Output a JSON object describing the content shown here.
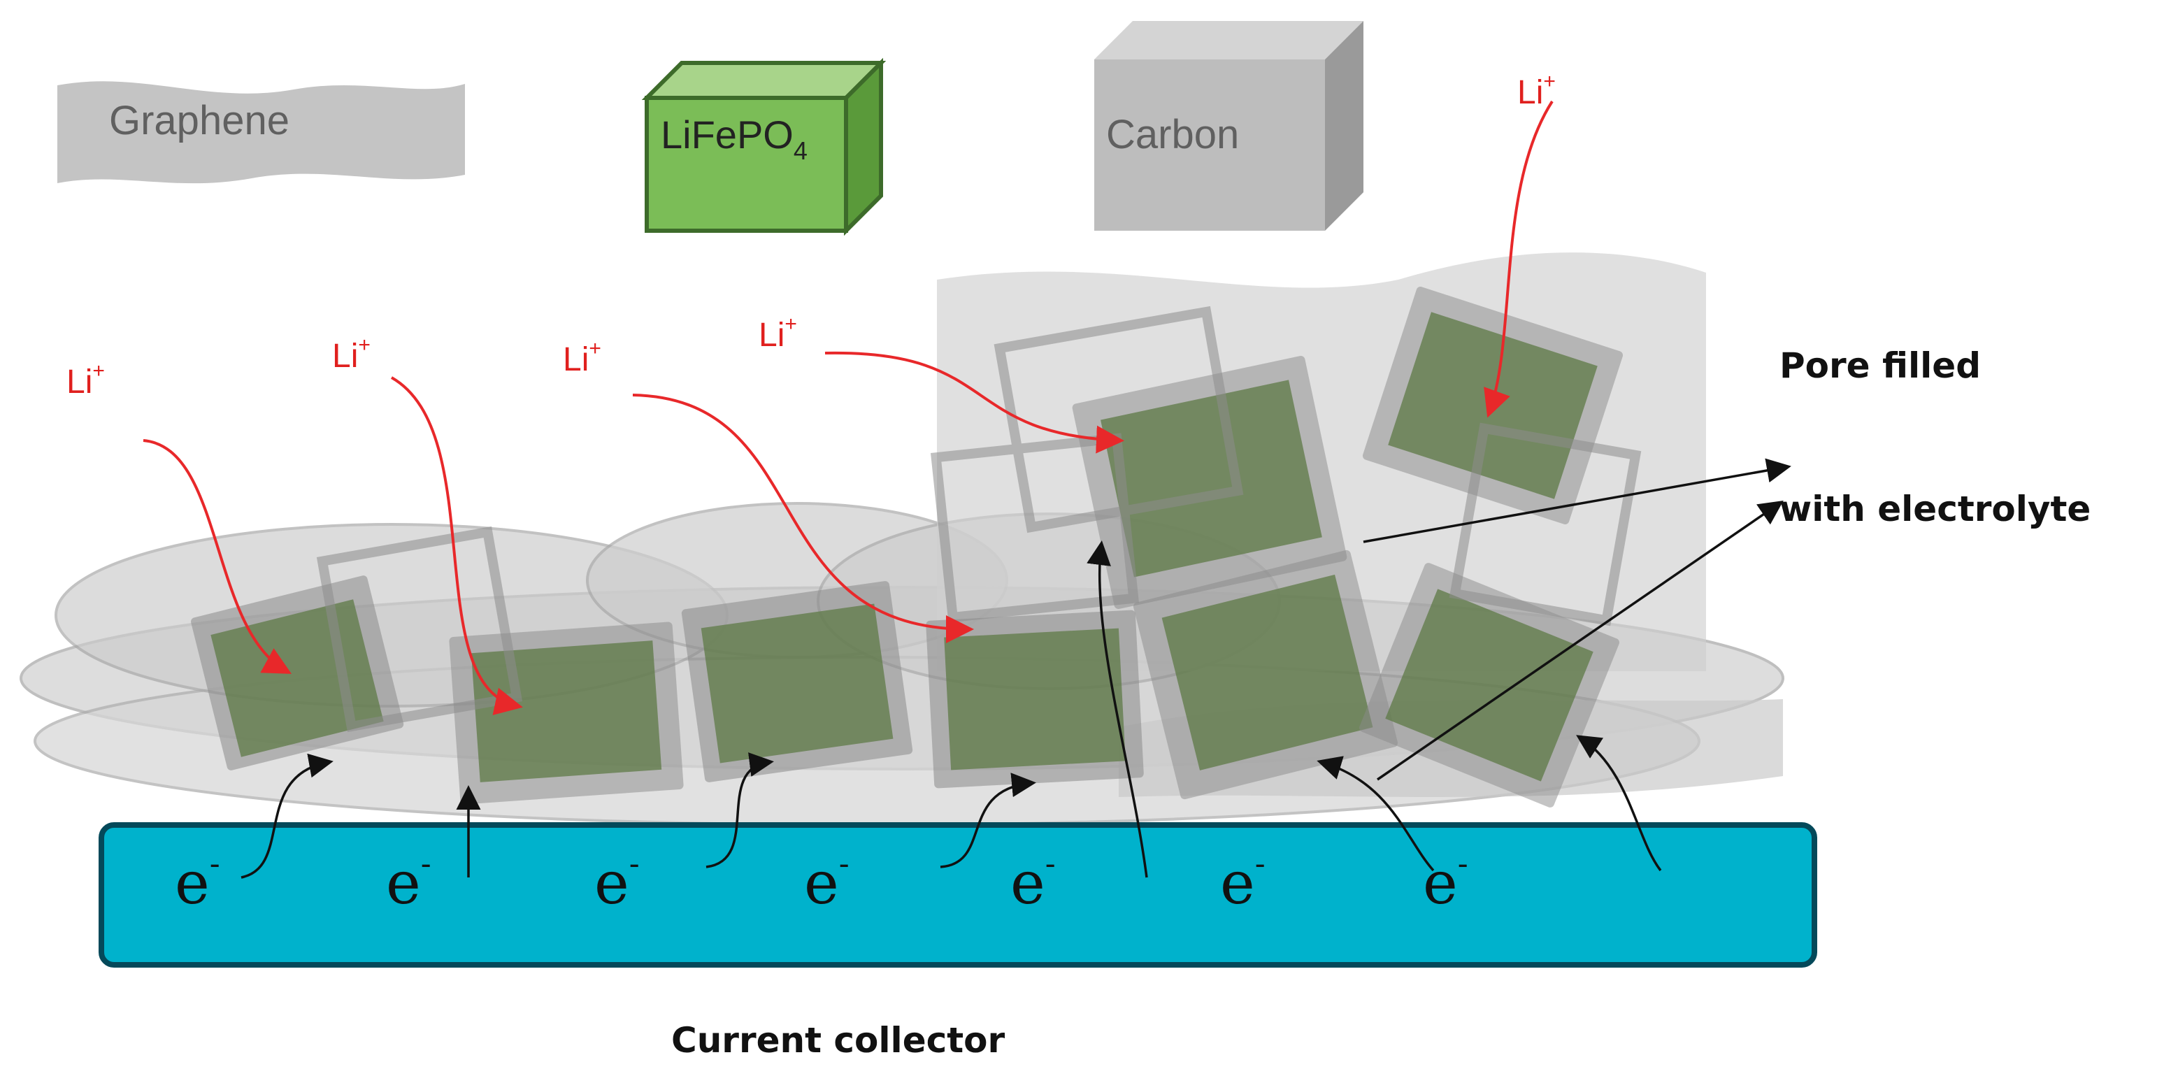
{
  "legend": {
    "graphene": "Graphene",
    "lifepo4_main": "LiFePO",
    "lifepo4_sub": "4",
    "carbon": "Carbon"
  },
  "labels": {
    "pore_line1": "Pore  filled",
    "pore_line2": "with electrolyte",
    "current_collector": "Current collector",
    "li_ion": "Li",
    "li_charge": "+",
    "electron": "e",
    "electron_charge": "-"
  },
  "colors": {
    "collector": "#00b2cc",
    "lifepo4": "#78b054",
    "carbon": "#b9b9b9",
    "graphene": "#c4c4c4",
    "li_arrow": "#e8282a"
  }
}
